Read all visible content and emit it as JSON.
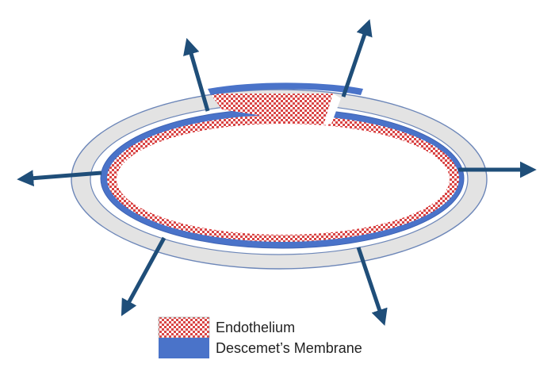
{
  "colors": {
    "outer_ring_fill": "#e3e3e3",
    "outer_ring_stroke": "#6c86b8",
    "descemets_membrane": "#4a73c9",
    "endothelium_check_red": "#d94545",
    "endothelium_check_white": "#ffffff",
    "arrow": "#1f4e79"
  },
  "legend": {
    "items": [
      {
        "label": "Endothelium",
        "swatch": "checker-red"
      },
      {
        "label": "Descemet’s Membrane",
        "swatch": "solid-blue"
      }
    ]
  },
  "arrows": {
    "count": 6,
    "directions": [
      "up-left",
      "up-right",
      "left",
      "right",
      "down-left",
      "down-right"
    ]
  }
}
